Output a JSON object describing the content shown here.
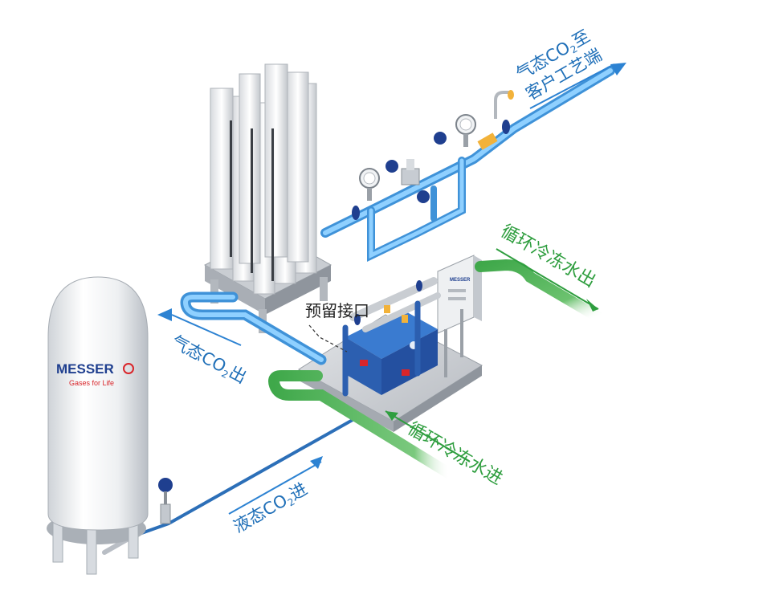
{
  "labels": {
    "gas_to_customer_line1": "气态CO",
    "gas_to_customer_sub": "2",
    "gas_to_customer_tail": "至",
    "gas_to_customer_line2": "客户工艺端",
    "coolant_out": "循环冷冻水出",
    "reserved_port": "预留接口",
    "gas_out": "气态CO",
    "gas_out_sub": "2",
    "gas_out_tail": "出",
    "coolant_in": "循环冷冻水进",
    "liquid_in": "液态CO",
    "liquid_in_sub": "2",
    "liquid_in_tail": "进"
  },
  "tank": {
    "brand": "MESSER",
    "tagline": "Gases for Life"
  },
  "panel": {
    "brand": "MESSER"
  },
  "colors": {
    "gas_pipe": "#5aaee8",
    "coolant_pipe": "#4caf50",
    "label_blue": "#1f6fb8",
    "label_green": "#2f9e3f",
    "brand_blue": "#1f3f8f",
    "brand_red": "#d9252a"
  }
}
